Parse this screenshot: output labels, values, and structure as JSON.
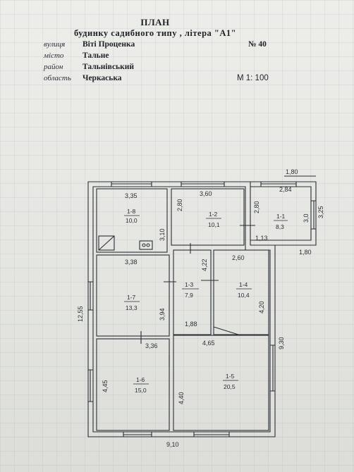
{
  "header": {
    "title": "ПЛАН",
    "subtitle": "будинку садибного типу , літера \"А1\"",
    "fields": [
      {
        "label": "вулиця",
        "value": "Віті Проценка"
      },
      {
        "label": "місто",
        "value": "Тальне"
      },
      {
        "label": "район",
        "value": "Тальнівський"
      },
      {
        "label": "область",
        "value": "Черкаська"
      }
    ],
    "house_number": "№ 40",
    "scale": "М 1: 100"
  },
  "rooms": [
    {
      "id": "1-1",
      "area": "8,3"
    },
    {
      "id": "1-2",
      "area": "10,1"
    },
    {
      "id": "1-3",
      "area": "7,9"
    },
    {
      "id": "1-4",
      "area": "10,4"
    },
    {
      "id": "1-5",
      "area": "20,5"
    },
    {
      "id": "1-6",
      "area": "15,0"
    },
    {
      "id": "1-7",
      "area": "13,3"
    },
    {
      "id": "1-8",
      "area": "10,0"
    }
  ],
  "dimensions": {
    "d_1_80_top": "1,80",
    "d_3_35": "3,35",
    "d_3_60": "3,60",
    "d_2_84": "2,84",
    "d_2_80_a": "2,80",
    "d_2_80_b": "2,80",
    "d_3_0": "3,0",
    "d_3_25": "3,25",
    "d_3_10": "3,10",
    "d_1_13": "1,13",
    "d_1_80_right": "1,80",
    "d_3_38": "3,38",
    "d_4_22": "4,22",
    "d_2_60": "2,60",
    "d_3_94": "3,94",
    "d_4_20": "4,20",
    "d_12_55": "12,55",
    "d_1_88": "1,88",
    "d_3_36": "3,36",
    "d_4_65": "4,65",
    "d_9_30": "9,30",
    "d_4_45": "4,45",
    "d_4_40": "4,40",
    "d_9_10": "9,10"
  }
}
